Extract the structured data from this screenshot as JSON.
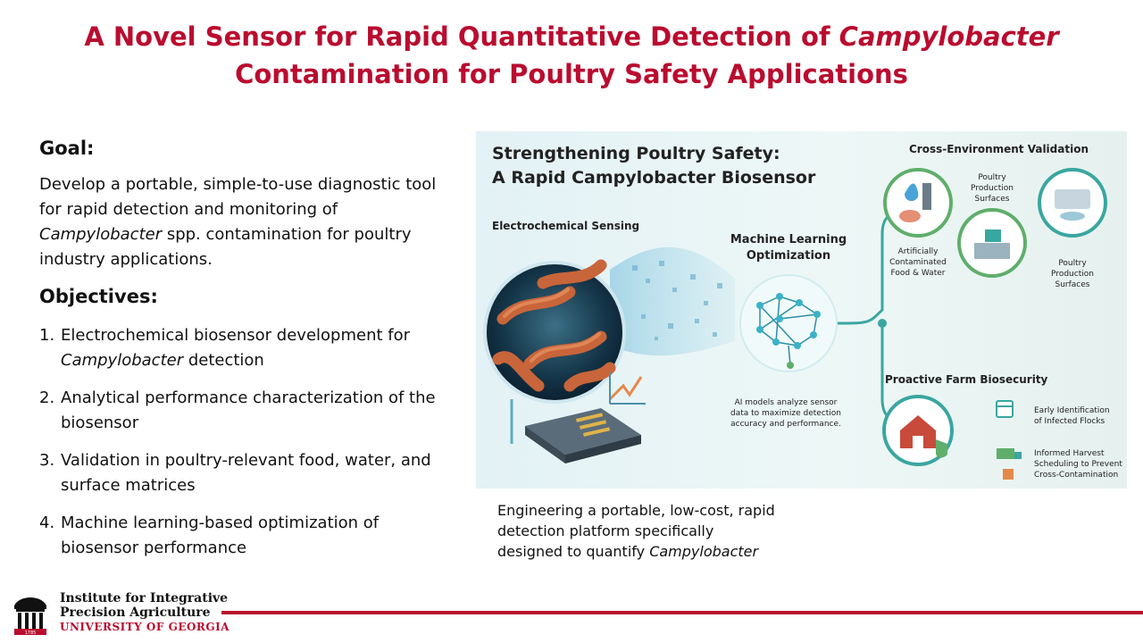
{
  "title": {
    "line1_prefix": "A Novel Sensor for Rapid Quantitative Detection of ",
    "line1_italic": "Campylobacter",
    "line2": "Contamination for Poultry Safety Applications"
  },
  "goal": {
    "heading": "Goal:",
    "text_before": "Develop a portable, simple-to-use diagnostic tool for rapid detection and monitoring of ",
    "text_italic": "Campylobacter",
    "text_after": " spp. contamination for poultry industry applications."
  },
  "objectives": {
    "heading": "Objectives:",
    "items": [
      {
        "num": "1.",
        "before": "Electrochemical biosensor development for ",
        "italic": "Campylobacter",
        "after": " detection"
      },
      {
        "num": "2.",
        "before": "Analytical performance characterization of the biosensor",
        "italic": "",
        "after": ""
      },
      {
        "num": "3.",
        "before": "Validation in poultry-relevant food, water, and surface matrices",
        "italic": "",
        "after": ""
      },
      {
        "num": "4.",
        "before": "Machine learning-based optimization of biosensor performance",
        "italic": "",
        "after": ""
      }
    ]
  },
  "infographic": {
    "title_line1": "Strengthening Poultry Safety:",
    "title_line2": "A Rapid Campylobacter Biosensor",
    "electrochemical": "Electrochemical Sensing",
    "ml_line1": "Machine Learning",
    "ml_line2": "Optimization",
    "ml_desc_1": "AI models analyze sensor",
    "ml_desc_2": "data to maximize detection",
    "ml_desc_3": "accuracy and performance.",
    "cross_env": "Cross-Environment Validation",
    "poultry_top_1": "Poultry",
    "poultry_top_2": "Production",
    "poultry_top_3": "Surfaces",
    "food_water_1": "Artificially",
    "food_water_2": "Contaminated",
    "food_water_3": "Food & Water",
    "poultry_right_1": "Poultry",
    "poultry_right_2": "Production",
    "poultry_right_3": "Surfaces",
    "biosecurity": "Proactive Farm Biosecurity",
    "early_1": "Early Identification",
    "early_2": "of Infected Flocks",
    "harvest_1": "Informed Harvest",
    "harvest_2": "Scheduling to Prevent",
    "harvest_3": "Cross-Contamination"
  },
  "caption": {
    "line1": "Engineering a portable, low-cost, rapid",
    "line2": "detection platform specifically",
    "line3_before": "designed to quantify ",
    "line3_italic": "Campylobacter"
  },
  "logo": {
    "line1": "Institute for Integrative",
    "line2": "Precision Agriculture",
    "line3": "UNIVERSITY OF GEORGIA",
    "year": "1785"
  },
  "colors": {
    "brand_red": "#ba0c2f",
    "teal": "#3aa6a0",
    "green": "#5fae6b"
  }
}
